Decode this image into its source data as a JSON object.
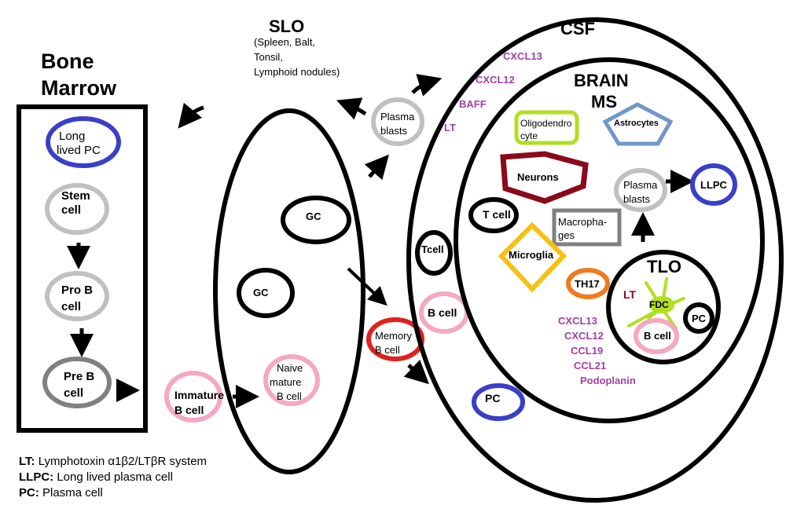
{
  "colors": {
    "black": "#000000",
    "plasma_gray": "#c0c0c0",
    "pre_b_gray": "#808080",
    "pc_blue": "#3a3fc8",
    "b_cell_pink": "#f5a8c0",
    "memory_red": "#e02020",
    "oligo_green": "#b0e020",
    "astro_blue": "#6f97c8",
    "neuron_maroon": "#8a0a1a",
    "microglia_yellow": "#f8c010",
    "macrophage_gray": "#808080",
    "th17_orange": "#f07a20",
    "fdc_green": "#b0e020",
    "chemokine_purple": "#a040a8",
    "lt_maroon": "#8a0a1a"
  },
  "titles": {
    "bone_marrow_line1": "Bone",
    "bone_marrow_line2": "Marrow",
    "slo": "SLO",
    "slo_sub_line1": "(Spleen, Balt,",
    "slo_sub_line2": "Tonsil,",
    "slo_sub_line3": "Lymphoid nodules)",
    "csf": "CSF",
    "brain_line1": "BRAIN",
    "brain_line2": "MS",
    "tlo": "TLO"
  },
  "bone_marrow_cells": {
    "long_lived_pc": [
      "Long",
      "lived PC"
    ],
    "stem_cell": [
      "Stem",
      "cell"
    ],
    "pro_b_cell": [
      "Pro B",
      "cell"
    ],
    "pre_b_cell": [
      "Pre B",
      "cell"
    ]
  },
  "periphery_cells": {
    "immature_b_cell": [
      "Immature",
      "B cell"
    ],
    "naive_mature_b_cell": [
      "Naive",
      "mature",
      "B cell"
    ],
    "gc_upper": "GC",
    "gc_lower": "GC",
    "plasma_blasts": [
      "Plasma",
      "blasts"
    ],
    "memory_b_cell": [
      "Memory",
      "B cell"
    ]
  },
  "csf_contents": {
    "chemokines": [
      "CXCL13",
      "CXCL12",
      "BAFF",
      "LT"
    ],
    "t_cell": "Tcell",
    "b_cell": "B cell",
    "pc": "PC"
  },
  "brain_contents": {
    "oligodendrocyte": [
      "Oligodendro",
      "cyte"
    ],
    "astrocytes": "Astrocytes",
    "neurons": "Neurons",
    "t_cell": "T cell",
    "macrophages": [
      "Macropha-",
      "ges"
    ],
    "microglia": "Microglia",
    "plasma_blasts": [
      "Plasma",
      "blasts"
    ],
    "llpc": "LLPC",
    "th17": "TH17",
    "chemokines": [
      "CXCL13",
      "CXCL12",
      "CCL19",
      "CCL21",
      "Podoplanin"
    ]
  },
  "tlo_contents": {
    "lt": "LT",
    "fdc": "FDC",
    "pc": "PC",
    "b_cell": "B cell"
  },
  "legend": [
    {
      "abbr": "LT:",
      "text": "Lymphotoxin α1β2/LTβR system"
    },
    {
      "abbr": "LLPC:",
      "text": "Long lived plasma cell"
    },
    {
      "abbr": "PC:",
      "text": "Plasma cell"
    }
  ]
}
